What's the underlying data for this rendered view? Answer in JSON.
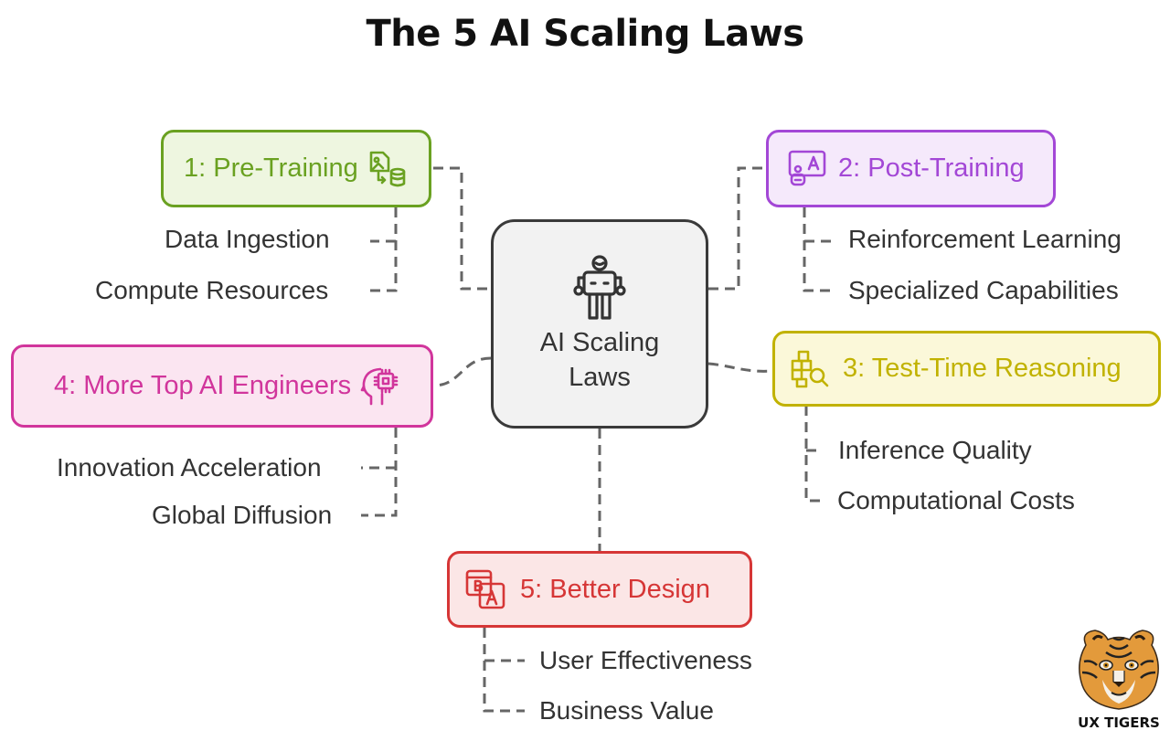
{
  "title": "The 5 AI Scaling Laws",
  "center": {
    "label": "AI Scaling Laws",
    "icon": "robot-icon"
  },
  "nodes": [
    {
      "label": "1: Pre-Training",
      "icon": "image-database-icon",
      "color": "#6aa121",
      "fill": "#eef6e0",
      "items": [
        "Data Ingestion",
        "Compute Resources"
      ]
    },
    {
      "label": "2: Post-Training",
      "icon": "robot-tutor-icon",
      "color": "#a347d6",
      "fill": "#f5e9fb",
      "items": [
        "Reinforcement Learning",
        "Specialized Capabilities"
      ]
    },
    {
      "label": "3: Test-Time Reasoning",
      "icon": "search-puzzle-icon",
      "color": "#c1b200",
      "fill": "#fbf8d9",
      "items": [
        "Inference Quality",
        "Computational Costs"
      ]
    },
    {
      "label": "4: More Top AI Engineers",
      "icon": "head-chip-icon",
      "color": "#d1359c",
      "fill": "#fbe5f1",
      "items": [
        "Innovation Acceleration",
        "Global Diffusion"
      ]
    },
    {
      "label": "5: Better Design",
      "icon": "ab-testing-icon",
      "color": "#d63636",
      "fill": "#fbe6e6",
      "items": [
        "User Effectiveness",
        "Business Value"
      ]
    }
  ],
  "logo": {
    "text": "UX TIGERS",
    "icon": "tiger-icon"
  }
}
